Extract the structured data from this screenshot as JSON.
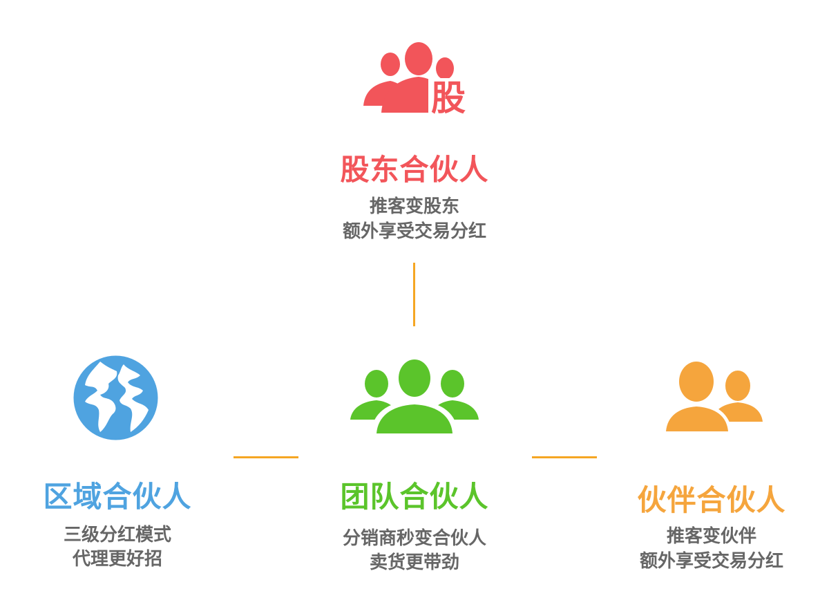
{
  "colors": {
    "shareholder": "#F2555A",
    "region": "#4FA3E0",
    "team": "#5BC42B",
    "partner": "#F5A53D",
    "connector": "#F5A623",
    "description": "#666666"
  },
  "nodes": {
    "shareholder": {
      "icon": "shareholder-group-icon",
      "badge": "股",
      "title": "股东合伙人",
      "lines": [
        "推客变股东",
        "额外享受交易分红"
      ]
    },
    "region": {
      "icon": "globe-icon",
      "title": "区域合伙人",
      "lines": [
        "三级分红模式",
        "代理更好招"
      ]
    },
    "team": {
      "icon": "team-group-icon",
      "title": "团队合伙人",
      "lines": [
        "分销商秒变合伙人",
        "卖货更带劲"
      ]
    },
    "partner": {
      "icon": "partner-pair-icon",
      "title": "伙伴合伙人",
      "lines": [
        "推客变伙伴",
        "额外享受交易分红"
      ]
    }
  }
}
